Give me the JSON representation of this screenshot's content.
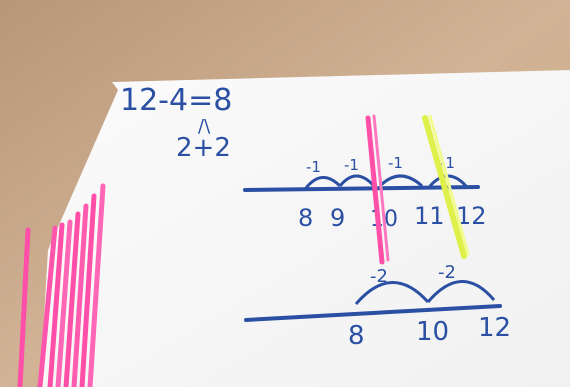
{
  "equation": {
    "main": "12-4=8",
    "split_mark": "/\\",
    "decomposition": "2+2"
  },
  "number_line_1": {
    "numbers": [
      "8",
      "9",
      "10",
      "11",
      "12"
    ],
    "jump_label": "-1",
    "jump_count": 4
  },
  "number_line_2": {
    "numbers": [
      "8",
      "10",
      "12"
    ],
    "jump_label": "-2",
    "jump_count": 2
  },
  "colors": {
    "ink": "#2a4fa3",
    "straw_pink": "#ff4fa8",
    "straw_yellow": "#e6f55a",
    "table": "#c9a888",
    "paper": "#ffffff"
  }
}
